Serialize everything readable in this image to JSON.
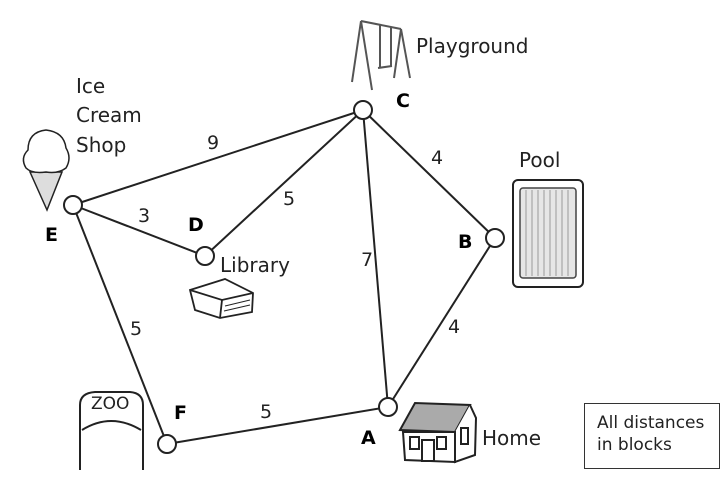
{
  "diagram": {
    "nodes": [
      {
        "id": "A",
        "place": "Home"
      },
      {
        "id": "B",
        "place": "Pool"
      },
      {
        "id": "C",
        "place": "Playground"
      },
      {
        "id": "D",
        "place": "Library"
      },
      {
        "id": "E",
        "place": "Ice Cream Shop"
      },
      {
        "id": "F",
        "place": "Zoo"
      }
    ],
    "edges": [
      {
        "from": "E",
        "to": "C",
        "weight": "9"
      },
      {
        "from": "E",
        "to": "D",
        "weight": "3"
      },
      {
        "from": "D",
        "to": "C",
        "weight": "5"
      },
      {
        "from": "C",
        "to": "B",
        "weight": "4"
      },
      {
        "from": "C",
        "to": "A",
        "weight": "7"
      },
      {
        "from": "B",
        "to": "A",
        "weight": "4"
      },
      {
        "from": "E",
        "to": "F",
        "weight": "5"
      },
      {
        "from": "F",
        "to": "A",
        "weight": "5"
      }
    ],
    "labels": {
      "ice_cream_line1": "Ice",
      "ice_cream_line2": "Cream",
      "ice_cream_line3": "Shop",
      "playground": "Playground",
      "pool": "Pool",
      "library": "Library",
      "home": "Home",
      "zoo_sign": "ZOO"
    },
    "legend": {
      "line1": "All distances",
      "line2": "in blocks"
    }
  }
}
